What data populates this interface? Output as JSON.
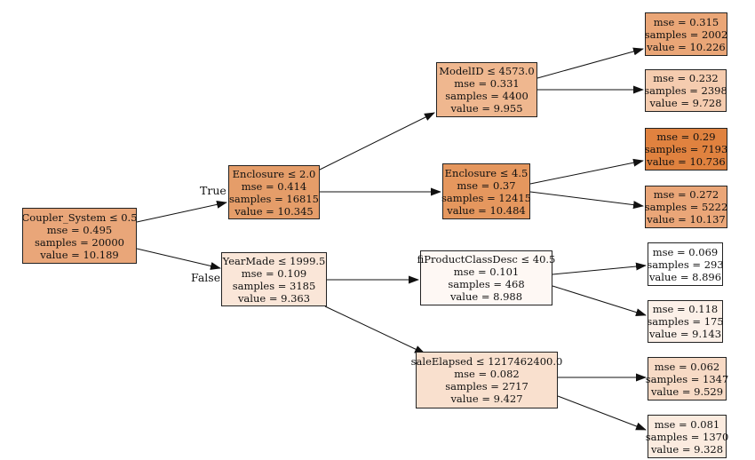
{
  "colors": {
    "edge": "#111111",
    "border": "#222222"
  },
  "edge_labels": {
    "true_label": "True",
    "false_label": "False"
  },
  "nodes": {
    "root": {
      "split": "Coupler_System ≤ 0.5",
      "mse": "mse = 0.495",
      "samples": "samples = 20000",
      "value": "value = 10.189",
      "fill": "#e9a679"
    },
    "n_enclosure_a": {
      "split": "Enclosure ≤ 2.0",
      "mse": "mse = 0.414",
      "samples": "samples = 16815",
      "value": "value = 10.345",
      "fill": "#e59d69"
    },
    "n_yearmade": {
      "split": "YearMade ≤ 1999.5",
      "mse": "mse = 0.109",
      "samples": "samples = 3185",
      "value": "value = 9.363",
      "fill": "#fae6d8"
    },
    "n_modelid": {
      "split": "ModelID ≤ 4573.0",
      "mse": "mse = 0.331",
      "samples": "samples = 4400",
      "value": "value = 9.955",
      "fill": "#efb78f"
    },
    "n_enclosure_b": {
      "split": "Enclosure ≤ 4.5",
      "mse": "mse = 0.37",
      "samples": "samples = 12415",
      "value": "value = 10.484",
      "fill": "#e5975e"
    },
    "n_fiproduct": {
      "split": "fiProductClassDesc ≤ 40.5",
      "mse": "mse = 0.101",
      "samples": "samples = 468",
      "value": "value = 8.988",
      "fill": "#fef8f4"
    },
    "n_saleelapsed": {
      "split": "saleElapsed ≤ 1217462400.0",
      "mse": "mse = 0.082",
      "samples": "samples = 2717",
      "value": "value = 9.427",
      "fill": "#f9e0ce"
    },
    "leaf1": {
      "mse": "mse = 0.315",
      "samples": "samples = 2002",
      "value": "value = 10.226",
      "fill": "#eaa677"
    },
    "leaf2": {
      "mse": "mse = 0.232",
      "samples": "samples = 2398",
      "value": "value = 9.728",
      "fill": "#f5ccaf"
    },
    "leaf3": {
      "mse": "mse = 0.29",
      "samples": "samples = 7193",
      "value": "value = 10.736",
      "fill": "#e0823f"
    },
    "leaf4": {
      "mse": "mse = 0.272",
      "samples": "samples = 5222",
      "value": "value = 10.137",
      "fill": "#eaa678"
    },
    "leaf5": {
      "mse": "mse = 0.069",
      "samples": "samples = 293",
      "value": "value = 8.896",
      "fill": "#ffffff"
    },
    "leaf6": {
      "mse": "mse = 0.118",
      "samples": "samples = 175",
      "value": "value = 9.143",
      "fill": "#fcf0e8"
    },
    "leaf7": {
      "mse": "mse = 0.062",
      "samples": "samples = 1347",
      "value": "value = 9.529",
      "fill": "#f7dac5"
    },
    "leaf8": {
      "mse": "mse = 0.081",
      "samples": "samples = 1370",
      "value": "value = 9.328",
      "fill": "#fbebdf"
    }
  }
}
